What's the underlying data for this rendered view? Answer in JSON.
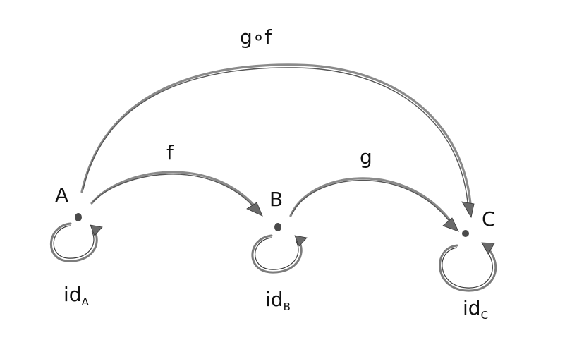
{
  "objects": [
    {
      "id": "A",
      "label": "A"
    },
    {
      "id": "B",
      "label": "B"
    },
    {
      "id": "C",
      "label": "C"
    }
  ],
  "morphisms": [
    {
      "id": "f",
      "label": "f",
      "from": "A",
      "to": "B"
    },
    {
      "id": "g",
      "label": "g",
      "from": "B",
      "to": "C"
    },
    {
      "id": "gf",
      "label": "g∘f",
      "from": "A",
      "to": "C"
    }
  ],
  "identities": [
    {
      "id": "idA",
      "base": "id",
      "subscript": "A"
    },
    {
      "id": "idB",
      "base": "id",
      "subscript": "B"
    },
    {
      "id": "idC",
      "base": "id",
      "subscript": "C"
    }
  ],
  "colors": {
    "arrow": "#8a8a8a",
    "ink": "#111111"
  }
}
